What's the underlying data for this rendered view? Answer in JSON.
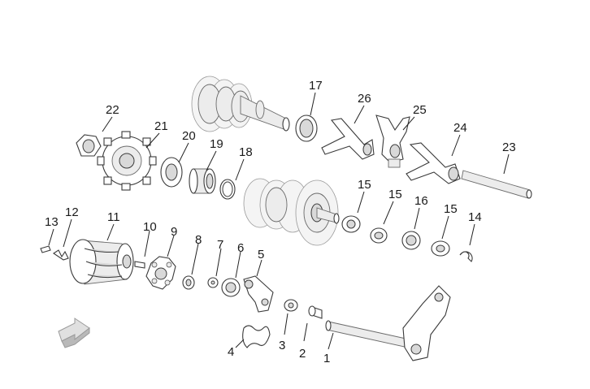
{
  "callouts": {
    "c1": "1",
    "c2": "2",
    "c3": "3",
    "c4": "4",
    "c5": "5",
    "c6": "6",
    "c7": "7",
    "c8": "8",
    "c9": "9",
    "c10": "10",
    "c11": "11",
    "c12": "12",
    "c13": "13",
    "c14": "14",
    "c15a": "15",
    "c15b": "15",
    "c15c": "15",
    "c16": "16",
    "c17": "17",
    "c18": "18",
    "c19": "19",
    "c20": "20",
    "c21": "21",
    "c22": "22",
    "c23": "23",
    "c24": "24",
    "c25": "25",
    "c26": "26"
  },
  "icons": {
    "orientation": "direction-arrow-icon"
  }
}
